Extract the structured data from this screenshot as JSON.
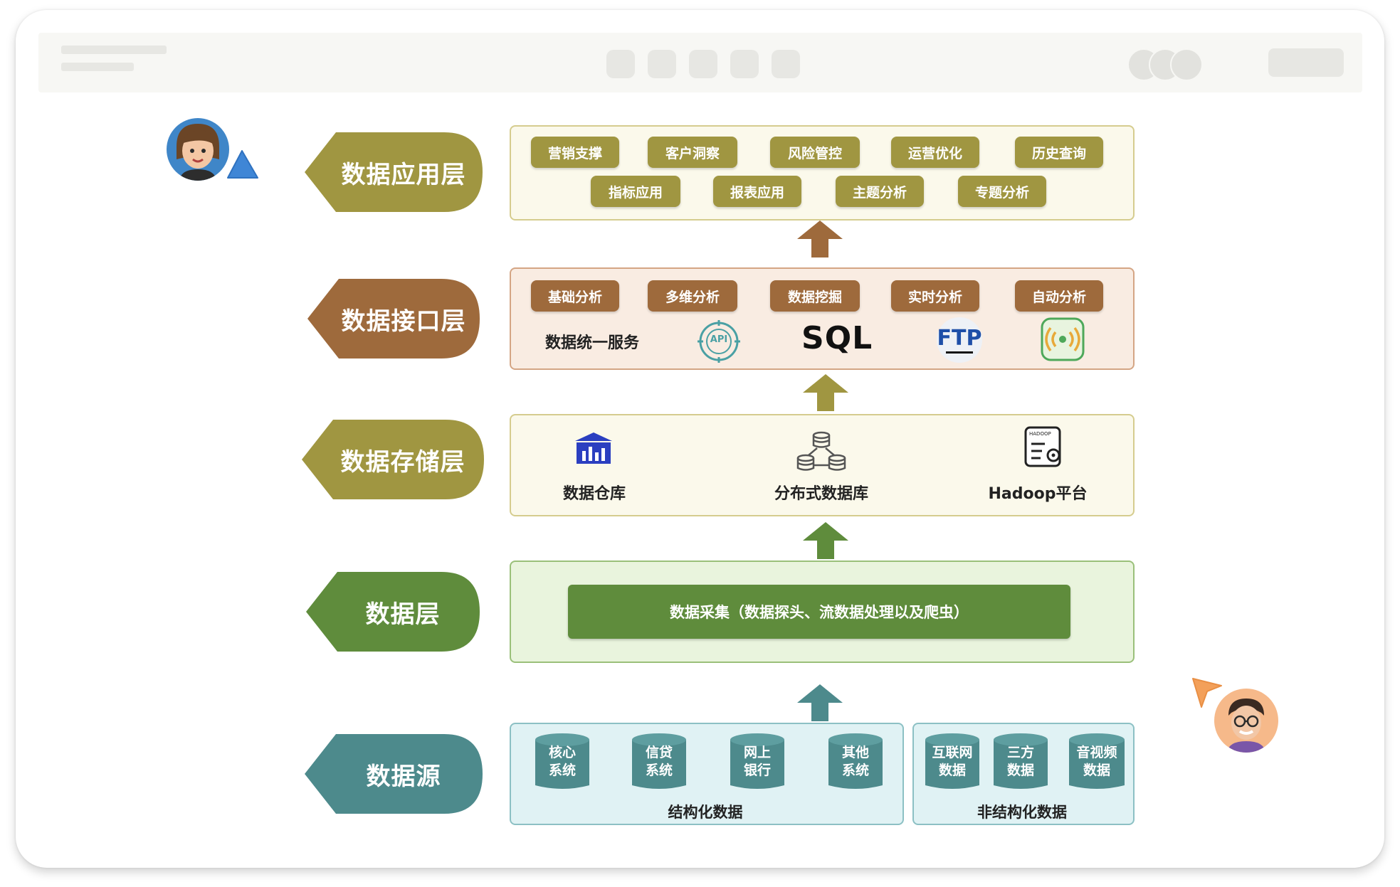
{
  "layers": {
    "app": "数据应用层",
    "interface": "数据接口层",
    "storage": "数据存储层",
    "data": "数据层",
    "source": "数据源"
  },
  "app_items": [
    "营销支撑",
    "客户洞察",
    "风险管控",
    "运营优化",
    "历史查询",
    "指标应用",
    "报表应用",
    "主题分析",
    "专题分析"
  ],
  "interface_items": [
    "基础分析",
    "多维分析",
    "数据挖掘",
    "实时分析",
    "自动分析"
  ],
  "interface_service": {
    "label": "数据统一服务",
    "api_text": "API",
    "sql_text": "SQL",
    "ftp_text": "FTP"
  },
  "storage_items": {
    "warehouse": "数据仓库",
    "distributed": "分布式数据库",
    "hadoop": "Hadoop平台",
    "hadoop_logo": "HADOOP"
  },
  "data_layer": {
    "collect": "数据采集（数据探头、流数据处理以及爬虫）"
  },
  "source": {
    "structured": {
      "label": "结构化数据",
      "items": [
        [
          "核心",
          "系统"
        ],
        [
          "信贷",
          "系统"
        ],
        [
          "网上",
          "银行"
        ],
        [
          "其他",
          "系统"
        ]
      ]
    },
    "unstructured": {
      "label": "非结构化数据",
      "items": [
        [
          "互联网",
          "数据"
        ],
        [
          "三方",
          "数据"
        ],
        [
          "音视频",
          "数据"
        ]
      ]
    }
  },
  "colors": {
    "app": "#a09641",
    "interface": "#9e6a3c",
    "storage": "#a09641",
    "data": "#5f8c3c",
    "source": "#4d8a8c",
    "app_panel_bg": "#fbf9eb",
    "interface_panel_bg": "#f9ece2",
    "storage_panel_bg": "#fbf9eb",
    "data_panel_bg": "#e9f4dd",
    "source_panel_bg": "#e0f2f4"
  }
}
